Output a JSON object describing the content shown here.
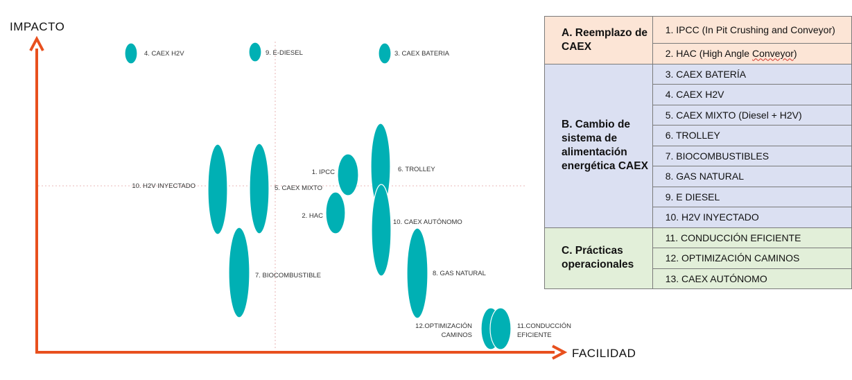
{
  "axes": {
    "y_title": "IMPACTO",
    "x_title": "FACILIDAD",
    "axis_color": "#e8501e"
  },
  "blob_color": "#00b0b4",
  "blobs": [
    {
      "id": "caex-h2v",
      "label": "4. CAEX H2V"
    },
    {
      "id": "e-diesel",
      "label": "9. E-DIESEL"
    },
    {
      "id": "caex-bateria",
      "label": "3. CAEX BATERIA"
    },
    {
      "id": "h2v-inyectado",
      "label": "10. H2V INYECTADO"
    },
    {
      "id": "caex-mixto",
      "label": "5. CAEX MIXTO"
    },
    {
      "id": "ipcc",
      "label": "1. IPCC"
    },
    {
      "id": "trolley",
      "label": "6. TROLLEY"
    },
    {
      "id": "hac",
      "label": "2. HAC"
    },
    {
      "id": "caex-autonomo",
      "label": "10. CAEX AUTÓNOMO"
    },
    {
      "id": "biocombustible",
      "label": "7. BIOCOMBUSTIBLE"
    },
    {
      "id": "gas-natural",
      "label": "8. GAS NATURAL"
    },
    {
      "id": "optimizacion",
      "label": [
        "12.OPTIMIZACIÓN",
        "CAMINOS"
      ]
    },
    {
      "id": "conduccion",
      "label": [
        "11.CONDUCCIÓN",
        "EFICIENTE"
      ]
    }
  ],
  "legend": {
    "groups": [
      {
        "name": "A. Reemplazo de CAEX",
        "color": "#fce5d6",
        "items": [
          "1. IPCC (In Pit Crushing and Conveyor)",
          "2. HAC (High Angle Conveyor)"
        ]
      },
      {
        "name": "B. Cambio de sistema de alimentación energética CAEX",
        "color": "#dbe0f2",
        "items": [
          "3. CAEX BATERÍA",
          "4. CAEX H2V",
          "5. CAEX MIXTO (Diesel + H2V)",
          "6. TROLLEY",
          "7. BIOCOMBUSTIBLES",
          "8. GAS NATURAL",
          "9. E DIESEL",
          "10. H2V INYECTADO"
        ]
      },
      {
        "name": "C. Prácticas operacionales",
        "color": "#e2efd9",
        "items": [
          "11. CONDUCCIÓN EFICIENTE",
          "12. OPTIMIZACIÓN CAMINOS",
          "13. CAEX AUTÓNOMO"
        ]
      }
    ]
  }
}
